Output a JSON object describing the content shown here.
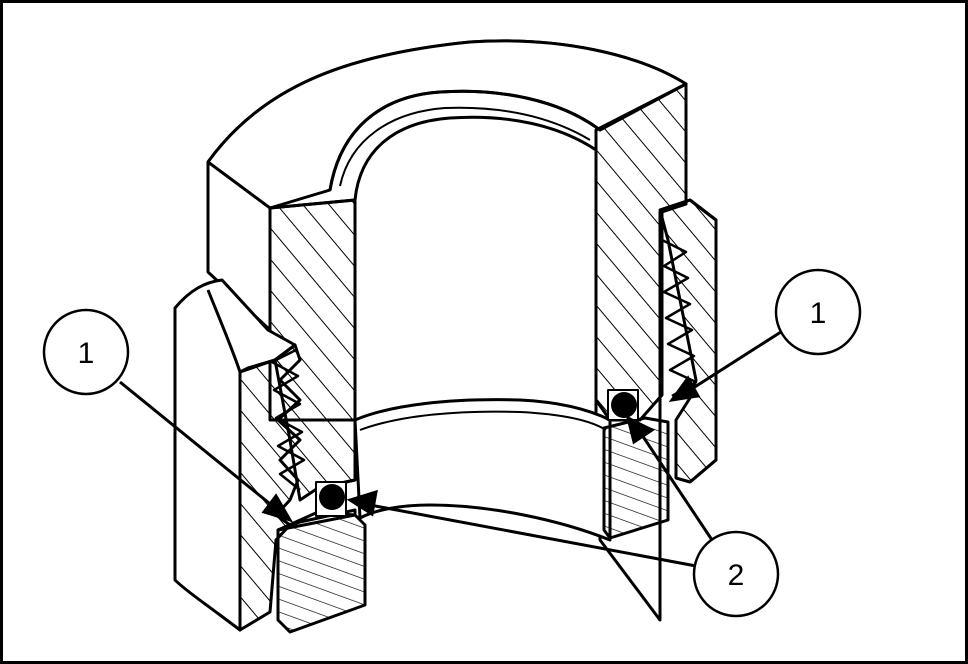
{
  "callouts": [
    {
      "id": "left-1",
      "label": "1"
    },
    {
      "id": "right-1",
      "label": "1"
    },
    {
      "id": "bottom-2",
      "label": "2"
    }
  ],
  "colors": {
    "line": "#000000",
    "background": "#ffffff",
    "seal": "#000000"
  }
}
